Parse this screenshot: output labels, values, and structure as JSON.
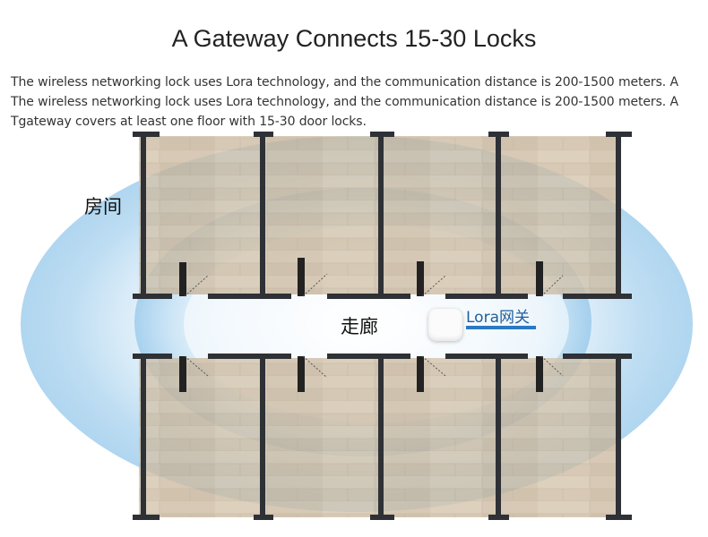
{
  "title": "A Gateway Connects 15-30 Locks",
  "description_lines": [
    "The wireless networking lock uses Lora technology, and the communication distance is 200-1500 meters. A",
    "The wireless networking lock uses Lora technology, and the communication distance is 200-1500 meters. A",
    "Tgateway covers at least one floor with 15-30 door locks."
  ],
  "labels": {
    "room": "房间",
    "corridor": "走廊",
    "gateway": "Lora网关"
  },
  "colors": {
    "signal": "#6fb4e3",
    "floor": "#c9b79d",
    "wall": "#2e3135",
    "gateway_label": "#1f5f9e",
    "gateway_underline": "#2b79c2"
  },
  "rooms_per_row": 4,
  "room_rows": 2
}
